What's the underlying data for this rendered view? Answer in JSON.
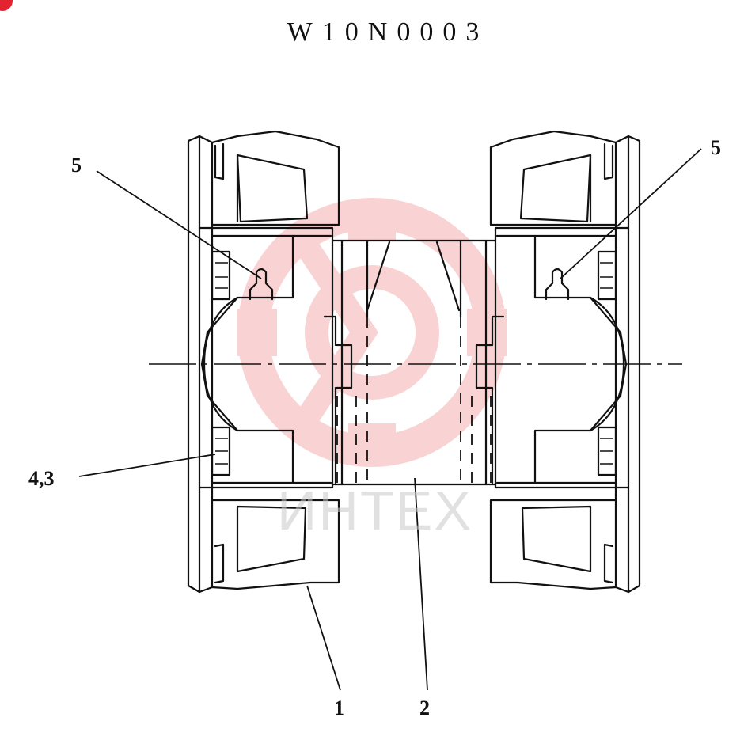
{
  "drawing": {
    "title": "W10N0003",
    "callouts": {
      "c5_left": "5",
      "c5_right": "5",
      "c43": "4,3",
      "c1": "1",
      "c2": "2"
    },
    "watermark_text": "ИНТЕХ"
  },
  "colors": {
    "line": "#111111",
    "watermark": "#f2c0c0",
    "corner_mark": "#e3232f"
  }
}
